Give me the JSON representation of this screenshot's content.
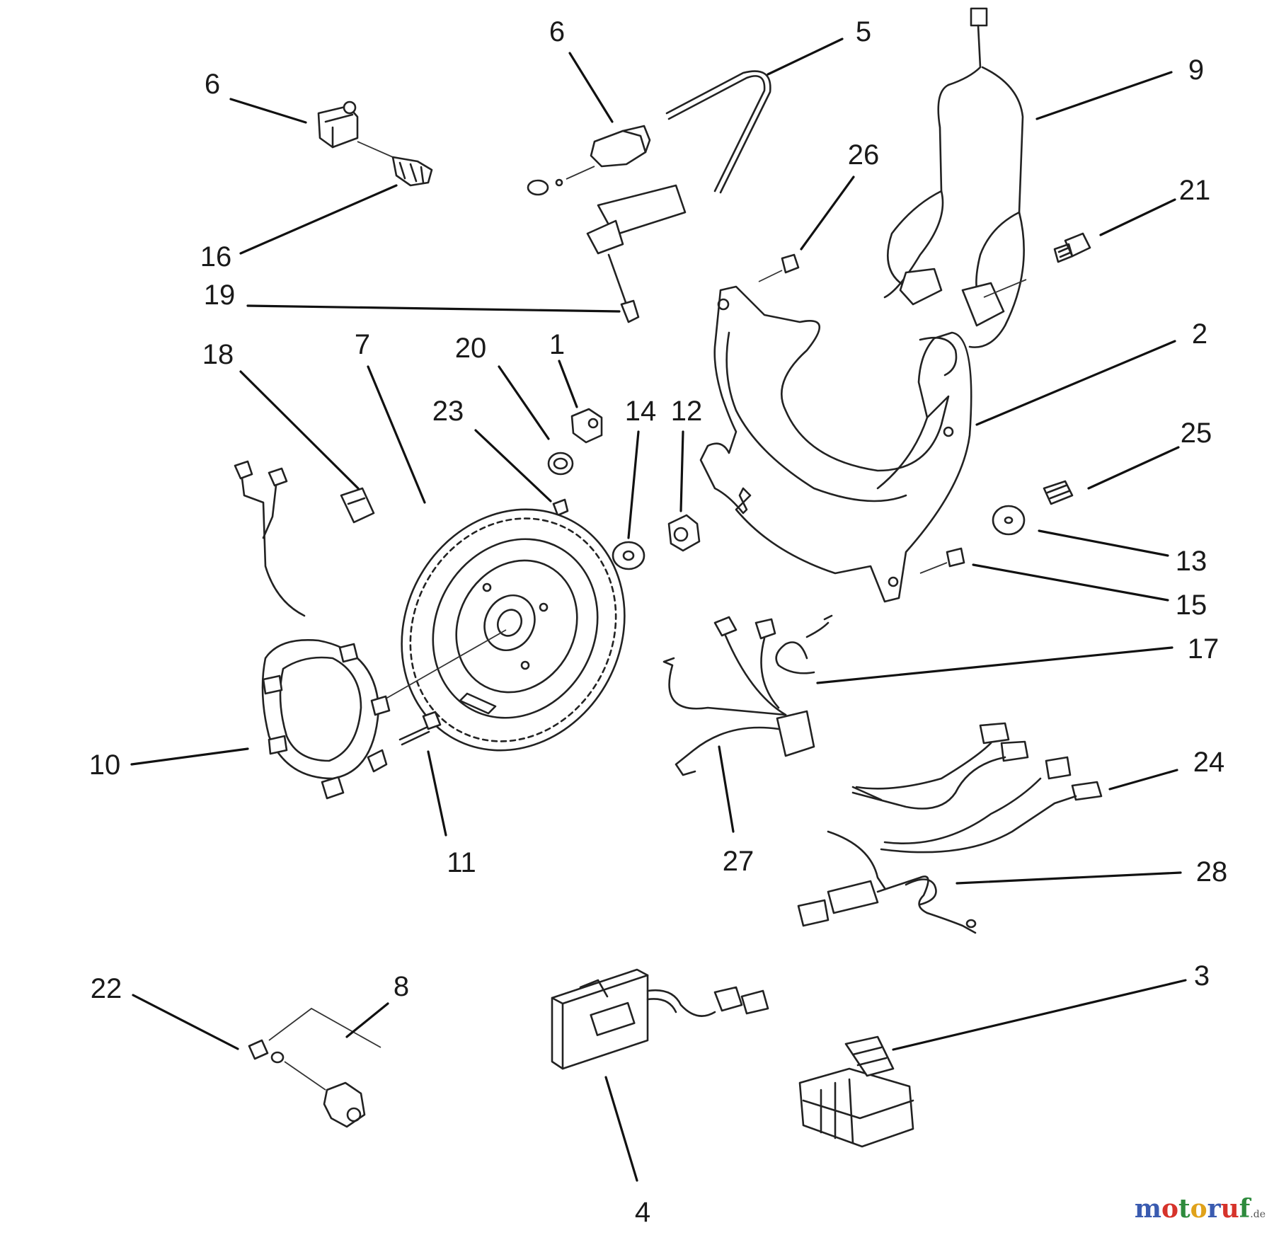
{
  "callouts": [
    "1",
    "2",
    "3",
    "4",
    "5",
    "6",
    "7",
    "8",
    "9",
    "10",
    "11",
    "12",
    "13",
    "14",
    "15",
    "16",
    "17",
    "18",
    "19",
    "20",
    "21",
    "22",
    "23",
    "24",
    "25",
    "26",
    "27",
    "28"
  ],
  "watermark": {
    "letters": [
      {
        "ch": "m",
        "color": "#3a5bb0"
      },
      {
        "ch": "o",
        "color": "#d6332b"
      },
      {
        "ch": "t",
        "color": "#2e8b3d"
      },
      {
        "ch": "o",
        "color": "#e0a21b"
      },
      {
        "ch": "r",
        "color": "#3a5bb0"
      },
      {
        "ch": "u",
        "color": "#d6332b"
      },
      {
        "ch": "f",
        "color": "#2e8b3d"
      }
    ],
    "suffix": ".de"
  }
}
